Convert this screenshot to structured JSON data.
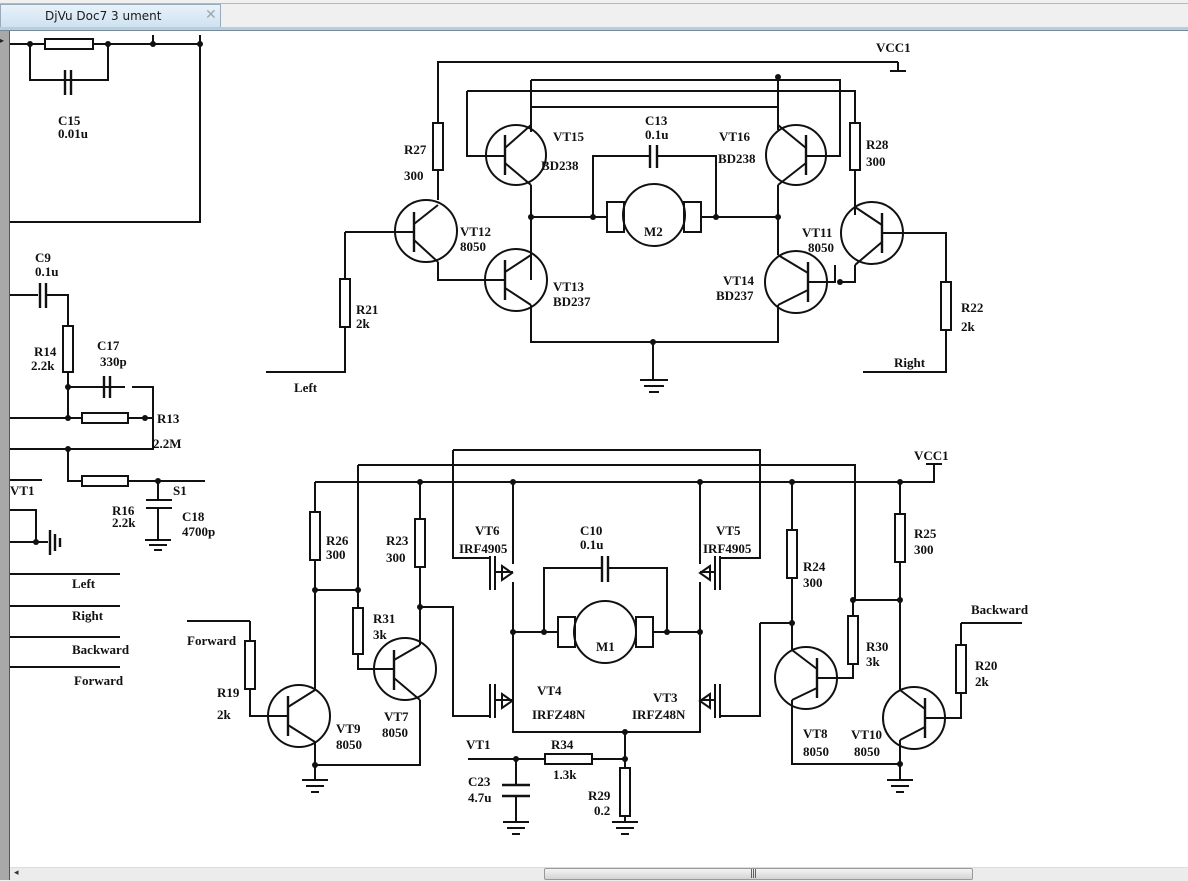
{
  "window": {
    "tab_title": "DjVu Doc7 3 ument",
    "close_icon": "close-icon"
  },
  "scrollbar": {
    "left_arrow": "◂",
    "grip": "|||"
  },
  "schematic": {
    "top_circuit": {
      "supply": "VCC1",
      "inputs": {
        "left": "Left",
        "right": "Right"
      },
      "motor": "M2",
      "components": {
        "C13": {
          "name": "C13",
          "value": "0.1u"
        },
        "R27": {
          "name": "R27",
          "value": "300"
        },
        "R28": {
          "name": "R28",
          "value": "300"
        },
        "R21": {
          "name": "R21",
          "value": "2k"
        },
        "R22": {
          "name": "R22",
          "value": "2k"
        },
        "VT12": {
          "name": "VT12",
          "value": "8050"
        },
        "VT11": {
          "name": "VT11",
          "value": "8050"
        },
        "VT15": {
          "name": "VT15",
          "value": "BD238"
        },
        "VT16": {
          "name": "VT16",
          "value": "BD238"
        },
        "VT13": {
          "name": "VT13",
          "value": "BD237"
        },
        "VT14": {
          "name": "VT14",
          "value": "BD237"
        }
      }
    },
    "bottom_circuit": {
      "supply": "VCC1",
      "inputs": {
        "forward": "Forward",
        "backward": "Backward",
        "vt1": "VT1"
      },
      "motor": "M1",
      "components": {
        "C10": {
          "name": "C10",
          "value": "0.1u"
        },
        "VT6": {
          "name": "VT6",
          "value": "IRF4905"
        },
        "VT5": {
          "name": "VT5",
          "value": "IRF4905"
        },
        "VT4": {
          "name": "VT4",
          "value": "IRFZ48N"
        },
        "VT3": {
          "name": "VT3",
          "value": "IRFZ48N"
        },
        "R26": {
          "name": "R26",
          "value": "300"
        },
        "R23": {
          "name": "R23",
          "value": "300"
        },
        "R24": {
          "name": "R24",
          "value": "300"
        },
        "R25": {
          "name": "R25",
          "value": "300"
        },
        "R31": {
          "name": "R31",
          "value": "3k"
        },
        "R30": {
          "name": "R30",
          "value": "3k"
        },
        "R19": {
          "name": "R19",
          "value": "2k"
        },
        "R20": {
          "name": "R20",
          "value": "2k"
        },
        "VT9": {
          "name": "VT9",
          "value": "8050"
        },
        "VT7": {
          "name": "VT7",
          "value": "8050"
        },
        "VT8": {
          "name": "VT8",
          "value": "8050"
        },
        "VT10": {
          "name": "VT10",
          "value": "8050"
        },
        "R34": {
          "name": "R34",
          "value": "1.3k"
        },
        "R29": {
          "name": "R29",
          "value": "0.2"
        },
        "C23": {
          "name": "C23",
          "value": "4.7u"
        }
      }
    },
    "left_circuit": {
      "C15": {
        "name": "C15",
        "value": "0.01u"
      },
      "C9": {
        "name": "C9",
        "value": "0.1u"
      },
      "R14": {
        "name": "R14",
        "value": "2.2k"
      },
      "C17": {
        "name": "C17",
        "value": "330p"
      },
      "R13": {
        "name": "R13",
        "value": "2.2M"
      },
      "R16": {
        "name": "R16",
        "value": "2.2k"
      },
      "C18": {
        "name": "C18",
        "value": "4700p"
      },
      "S1": "S1",
      "VT1": "VT1",
      "signal_labels": [
        "Left",
        "Right",
        "Backward",
        "Forward"
      ]
    }
  }
}
